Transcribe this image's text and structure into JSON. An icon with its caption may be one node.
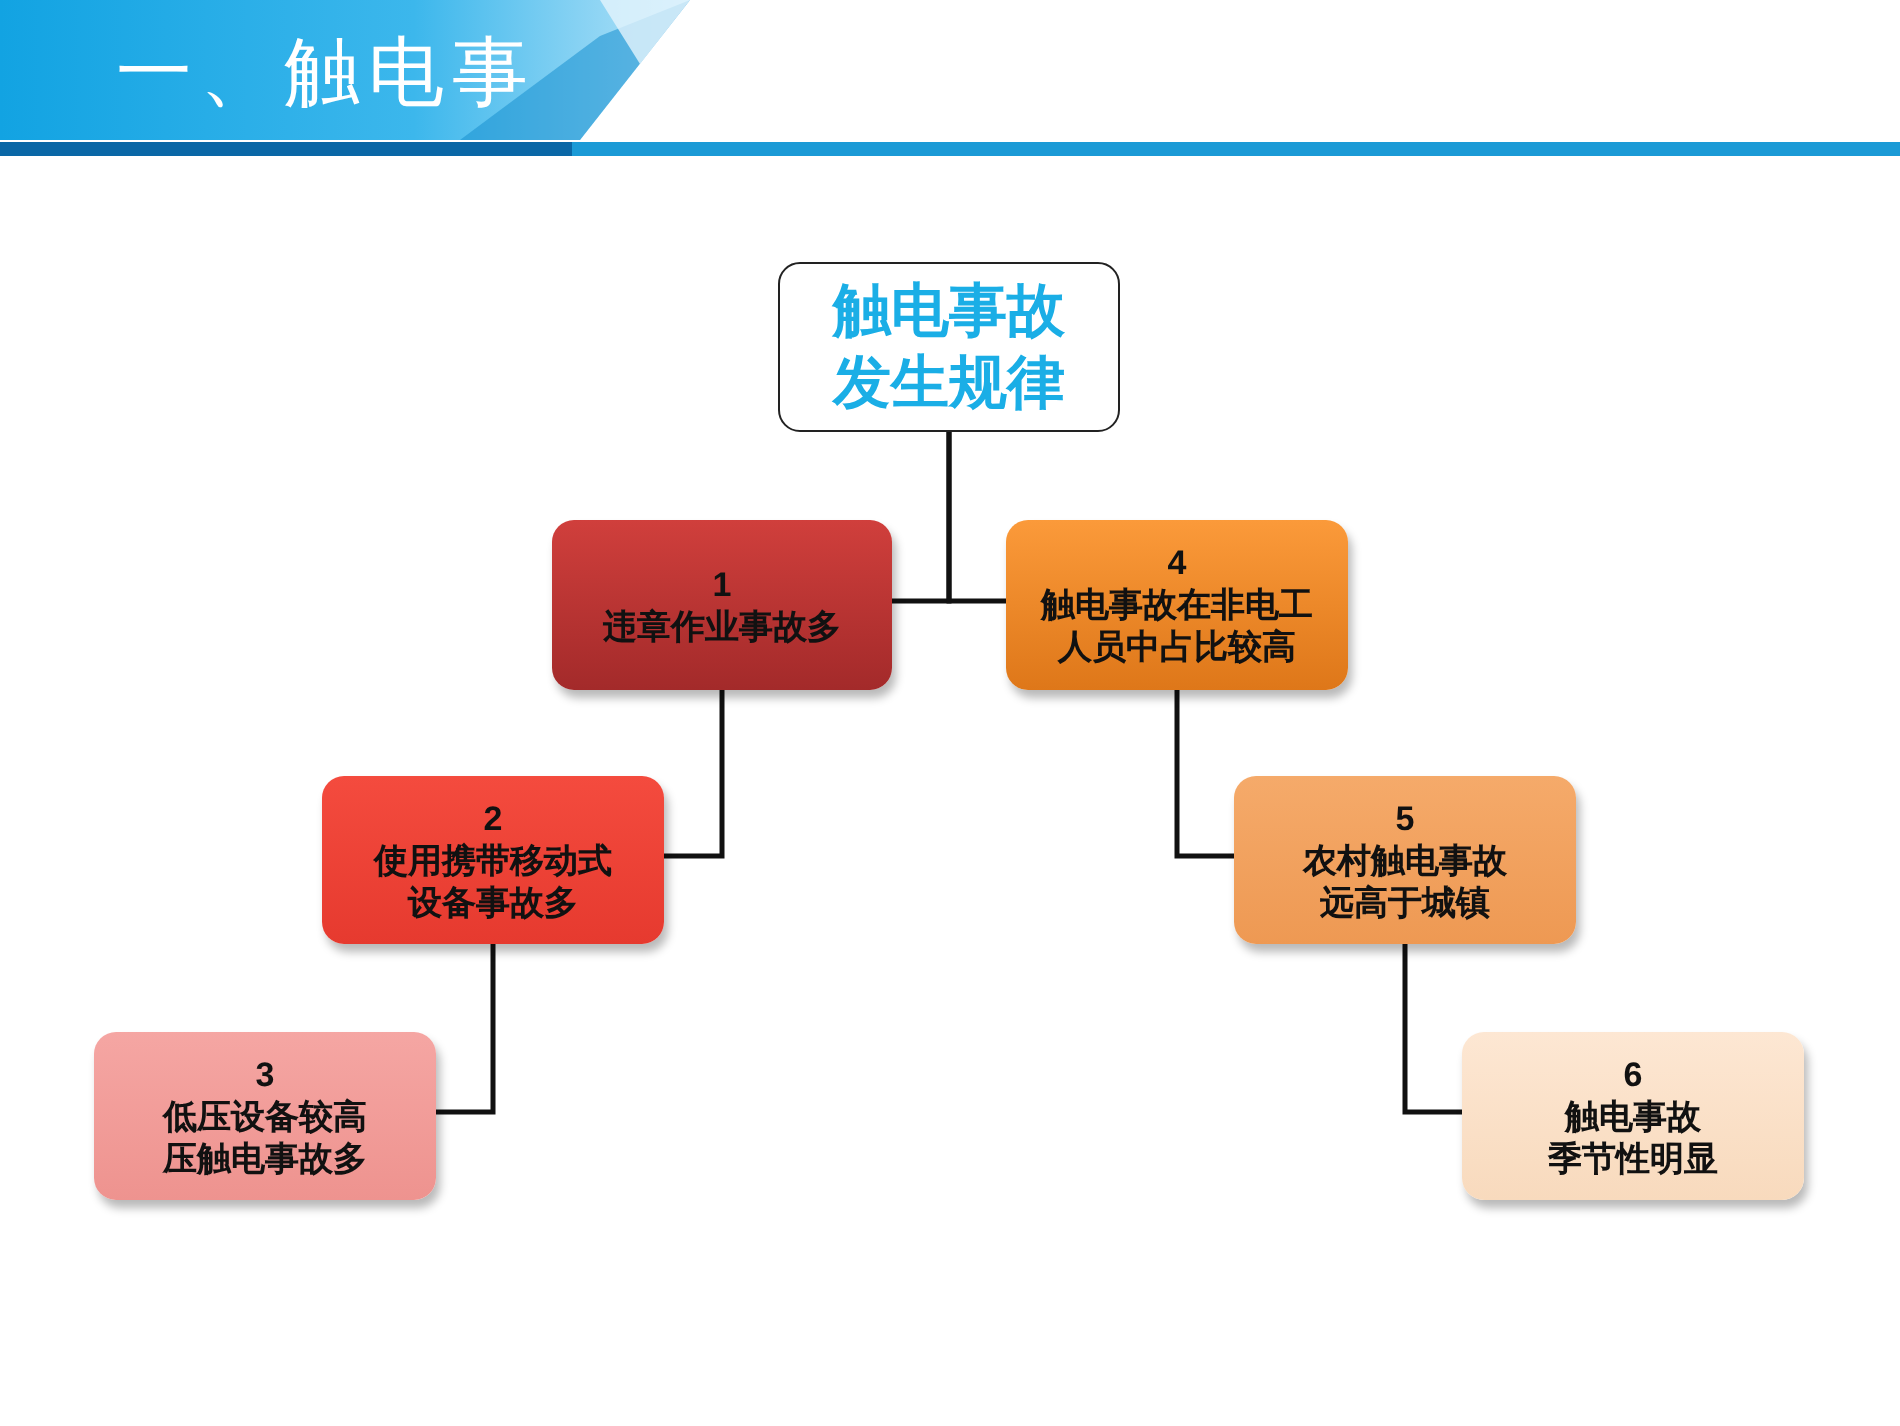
{
  "diagram": {
    "title": "一、触电事",
    "nodes": [
      {
        "text": [
          "触电事故发生规律"
        ]
      },
      {
        "text": [
          "1",
          "违章作业事故多"
        ]
      },
      {
        "text": [
          "2",
          "使用携带移动式设备事故多"
        ]
      },
      {
        "text": [
          "3",
          "低压设备较高压触电事故多"
        ]
      },
      {
        "text": [
          "4",
          "触电事故在非电工人员中占比较高"
        ]
      },
      {
        "text": [
          "5",
          "农村触电事故远高于城镇"
        ]
      },
      {
        "text": [
          "6",
          "触电事故季节性明显"
        ]
      }
    ],
    "edges": [
      {
        "from": 0,
        "to": 1,
        "arrow": "none"
      },
      {
        "from": 0,
        "to": 4,
        "arrow": "none"
      },
      {
        "from": 1,
        "to": 2,
        "arrow": "none"
      },
      {
        "from": 2,
        "to": 3,
        "arrow": "none"
      },
      {
        "from": 4,
        "to": 5,
        "arrow": "none"
      },
      {
        "from": 5,
        "to": 6,
        "arrow": "none"
      }
    ]
  }
}
